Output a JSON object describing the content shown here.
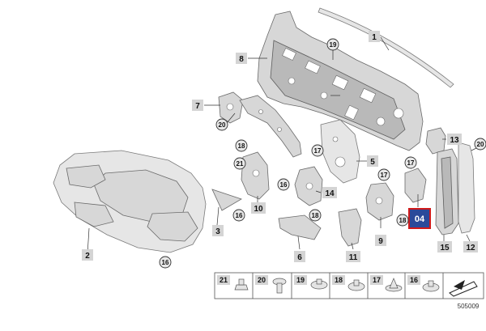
{
  "diagram": {
    "identifier": "505009",
    "highlighted_label": "04",
    "callouts": {
      "p1": "1",
      "p2": "2",
      "p3": "3",
      "p5": "5",
      "p6": "6",
      "p7": "7",
      "p8": "8",
      "p9": "9",
      "p10": "10",
      "p11": "11",
      "p12": "12",
      "p13": "13",
      "p14": "14",
      "p15": "15"
    },
    "circled": {
      "c19_top": "19",
      "c20_a": "20",
      "c20_b": "20",
      "c16_a": "16",
      "c16_b": "16",
      "c16_c": "16",
      "c17_a": "17",
      "c17_b": "17",
      "c17_c": "17",
      "c18_a": "18",
      "c18_b": "18",
      "c18_c": "18",
      "c21_a": "21"
    },
    "legend": [
      "21",
      "20",
      "19",
      "18",
      "17",
      "16"
    ]
  }
}
